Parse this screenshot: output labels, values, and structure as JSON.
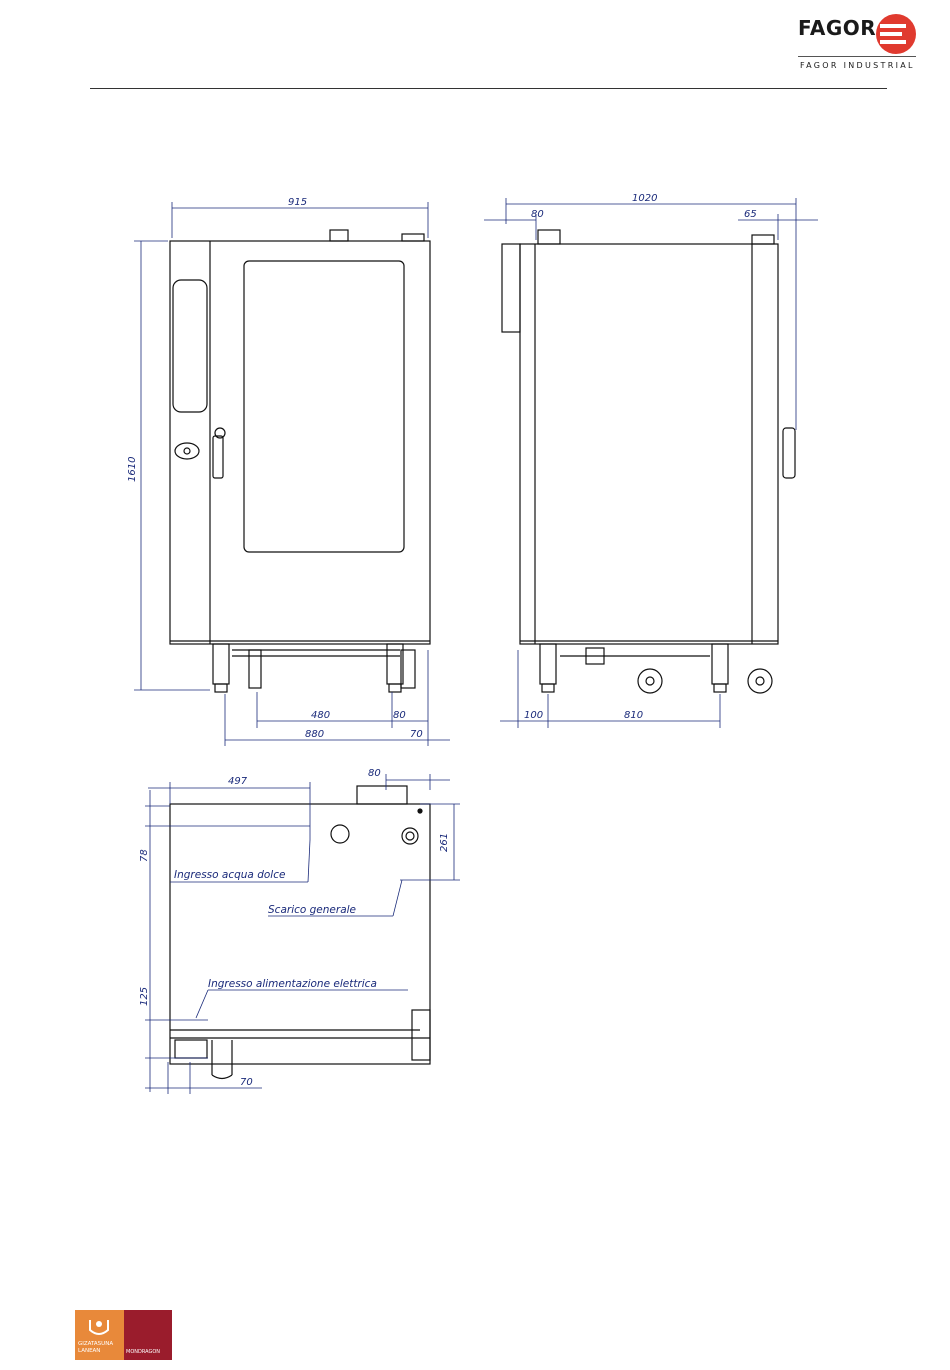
{
  "header": {
    "brand": "FAGOR",
    "brand_sub": "FAGOR INDUSTRIAL",
    "logo_color": "#e03a2f"
  },
  "front_view": {
    "width_top": "915",
    "height": "1610",
    "leg_spacing": "480",
    "right_leg_offset": "80",
    "leg_total": "880",
    "right_overhang": "70"
  },
  "side_view": {
    "depth_total": "1020",
    "left_offset": "80",
    "right_offset": "65",
    "front_to_leg": "100",
    "leg_spacing": "810"
  },
  "plan_view": {
    "inlet_dist": "497",
    "drain_offset": "80",
    "drain_depth": "261",
    "water_depth": "78",
    "power_depth": "125",
    "power_side": "70",
    "labels": {
      "water_inlet": "Ingresso acqua dolce",
      "drain": "Scarico generale",
      "power_inlet": "Ingresso alimentazione elettrica"
    }
  },
  "footer": {
    "coop_line1": "GIZATASUNA",
    "coop_line2": "LANEAN",
    "group": "MONDRAGON",
    "color_left": "#e8893a",
    "color_right": "#9a1c2c"
  }
}
